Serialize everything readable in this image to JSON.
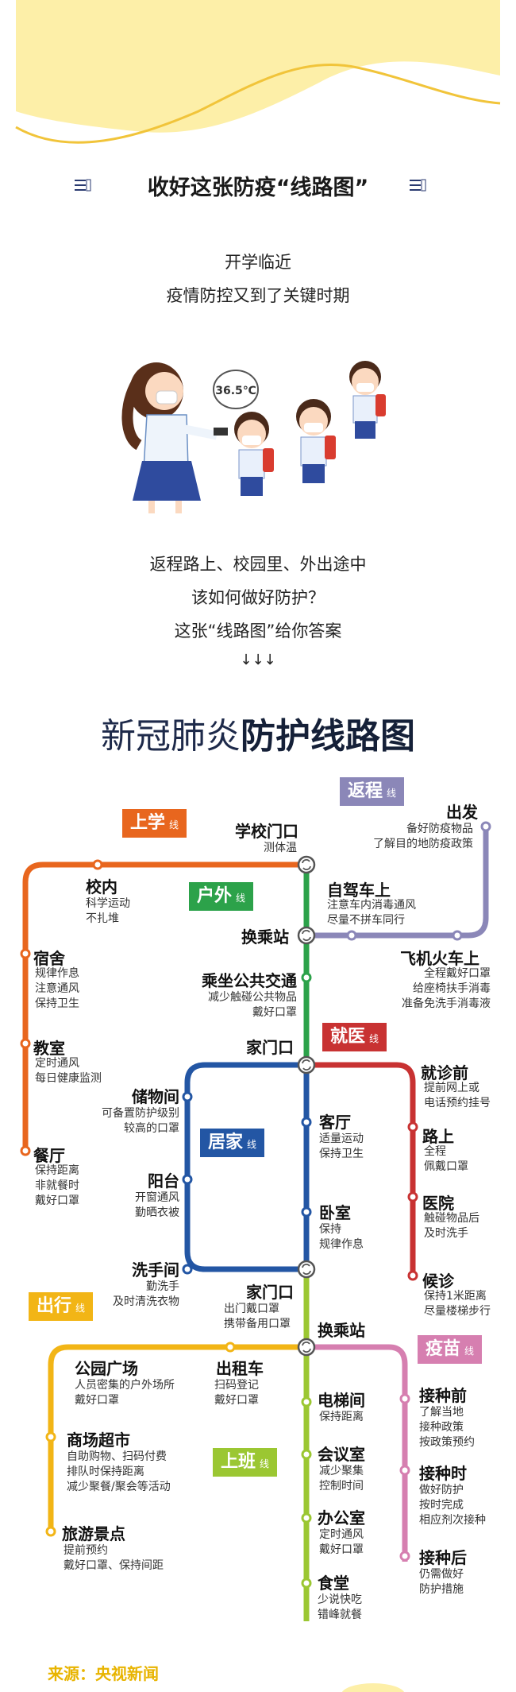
{
  "header": {
    "title": "收好这张防疫“线路图”"
  },
  "intro": {
    "line1": "开学临近",
    "line2": "疫情防控又到了关键时期",
    "illus_temp": "36.5℃",
    "line3": "返程路上、校园里、外出途中",
    "line4": "该如何做好防护？",
    "line5": "这张“线路图”给你答案",
    "arrows": "↓↓↓"
  },
  "map_title": {
    "part1": "新冠肺炎",
    "part2": "防护线路图"
  },
  "colors": {
    "school": "#e8661e",
    "outdoor": "#2ca24a",
    "return": "#8b87b8",
    "home": "#2356a4",
    "medical": "#c83232",
    "outing": "#f2b516",
    "vaccine": "#d67fb0",
    "work": "#9bc732"
  },
  "lines": {
    "school": {
      "name": "上学",
      "suffix": "线"
    },
    "outdoor": {
      "name": "户外",
      "suffix": "线"
    },
    "return": {
      "name": "返程",
      "suffix": "线"
    },
    "home": {
      "name": "居家",
      "suffix": "线"
    },
    "medical": {
      "name": "就医",
      "suffix": "线"
    },
    "outing": {
      "name": "出行",
      "suffix": "线"
    },
    "vaccine": {
      "name": "疫苗",
      "suffix": "线"
    },
    "work": {
      "name": "上班",
      "suffix": "线"
    }
  },
  "stations": {
    "school_gate": {
      "name": "学校门口",
      "desc": "测体温"
    },
    "campus": {
      "name": "校内",
      "desc": "科学运动\n不扎堆"
    },
    "dorm": {
      "name": "宿舍",
      "desc": "规律作息\n注意通风\n保持卫生"
    },
    "classroom": {
      "name": "教室",
      "desc": "定时通风\n每日健康监测"
    },
    "canteen": {
      "name": "餐厅",
      "desc": "保持距离\n非就餐时\n戴好口罩"
    },
    "depart": {
      "name": "出发",
      "desc": "备好防疫物品\n了解目的地防疫政策"
    },
    "selfdrive": {
      "name": "自驾车上",
      "desc": "注意车内消毒通风\n尽量不拼车同行"
    },
    "transfer1": {
      "name": "换乘站"
    },
    "plane_train": {
      "name": "飞机火车上",
      "desc": "全程戴好口罩\n给座椅扶手消毒\n准备免洗手消毒液"
    },
    "public_transit": {
      "name": "乘坐公共交通",
      "desc": "减少触碰公共物品\n戴好口罩"
    },
    "home_door1": {
      "name": "家门口"
    },
    "storage": {
      "name": "储物间",
      "desc": "可备置防护级别\n较高的口罩"
    },
    "balcony": {
      "name": "阳台",
      "desc": "开窗通风\n勤晒衣被"
    },
    "bathroom": {
      "name": "洗手间",
      "desc": "勤洗手\n及时清洗衣物"
    },
    "living": {
      "name": "客厅",
      "desc": "适量运动\n保持卫生"
    },
    "bedroom": {
      "name": "卧室",
      "desc": "保持\n规律作息"
    },
    "clinic_before": {
      "name": "就诊前",
      "desc": "提前网上或\n电话预约挂号"
    },
    "on_road": {
      "name": "路上",
      "desc": "全程\n佩戴口罩"
    },
    "hospital": {
      "name": "医院",
      "desc": "触碰物品后\n及时洗手"
    },
    "waiting": {
      "name": "候诊",
      "desc": "保持1米距离\n尽量楼梯步行"
    },
    "home_door2": {
      "name": "家门口",
      "desc": "出门戴口罩\n携带备用口罩"
    },
    "transfer2": {
      "name": "换乘站"
    },
    "park": {
      "name": "公园广场",
      "desc": "人员密集的户外场所\n戴好口罩"
    },
    "taxi": {
      "name": "出租车",
      "desc": "扫码登记\n戴好口罩"
    },
    "mall": {
      "name": "商场超市",
      "desc": "自助购物、扫码付费\n排队时保持距离\n减少聚餐/聚会等活动"
    },
    "scenic": {
      "name": "旅游景点",
      "desc": "提前预约\n戴好口罩、保持间距"
    },
    "elevator": {
      "name": "电梯间",
      "desc": "保持距离"
    },
    "meeting": {
      "name": "会议室",
      "desc": "减少聚集\n控制时间"
    },
    "office": {
      "name": "办公室",
      "desc": "定时通风\n戴好口罩"
    },
    "cafeteria": {
      "name": "食堂",
      "desc": "少说快吃\n错峰就餐"
    },
    "before_vac": {
      "name": "接种前",
      "desc": "了解当地\n接种政策\n按政策预约"
    },
    "during_vac": {
      "name": "接种时",
      "desc": "做好防护\n按时完成\n相应剂次接种"
    },
    "after_vac": {
      "name": "接种后",
      "desc": "仍需做好\n防护措施"
    }
  },
  "source": "来源：央视新闻"
}
